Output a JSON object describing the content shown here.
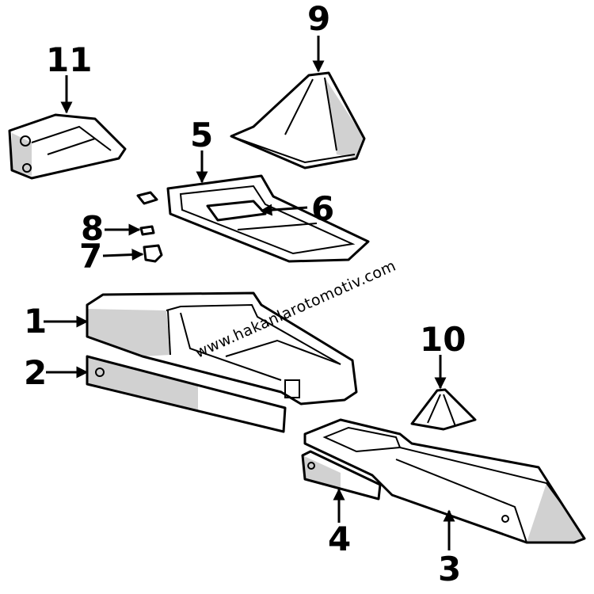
{
  "callouts": [
    {
      "id": "1",
      "label": "1"
    },
    {
      "id": "2",
      "label": "2"
    },
    {
      "id": "3",
      "label": "3"
    },
    {
      "id": "4",
      "label": "4"
    },
    {
      "id": "5",
      "label": "5"
    },
    {
      "id": "6",
      "label": "6"
    },
    {
      "id": "7",
      "label": "7"
    },
    {
      "id": "8",
      "label": "8"
    },
    {
      "id": "9",
      "label": "9"
    },
    {
      "id": "10",
      "label": "10"
    },
    {
      "id": "11",
      "label": "11"
    }
  ],
  "watermark": "www.hakanlarotomotiv.com"
}
